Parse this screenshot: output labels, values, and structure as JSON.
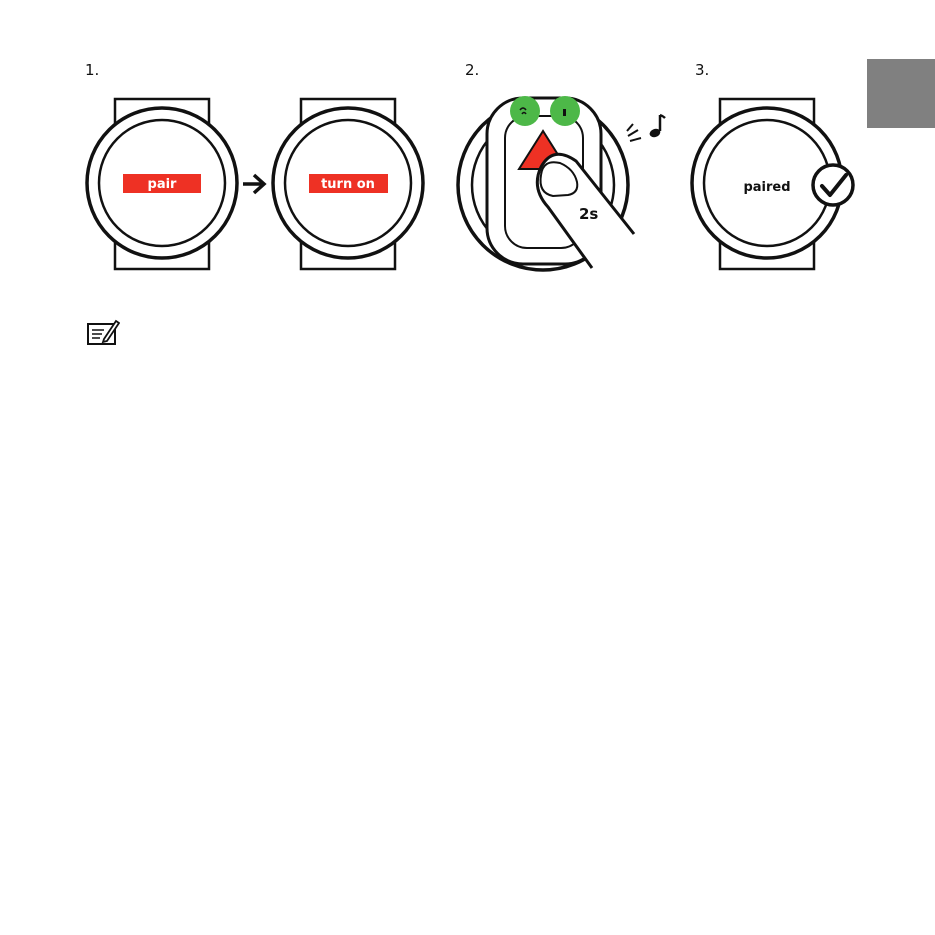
{
  "steps": {
    "one": "1.",
    "two": "2.",
    "three": "3."
  },
  "screens": {
    "pair_label": "pair",
    "turn_on_label": "turn on",
    "paired_label": "paired"
  },
  "press": {
    "duration_label": "2s"
  },
  "colors": {
    "highlight_red": "#ee3124",
    "led_green": "#4db848",
    "section_tab": "#808080",
    "ink": "#111111"
  },
  "icons": {
    "arrow": "arrow-right-icon",
    "sound": "music-note-icon",
    "confirm": "check-circle-icon",
    "note": "note-pencil-icon"
  }
}
